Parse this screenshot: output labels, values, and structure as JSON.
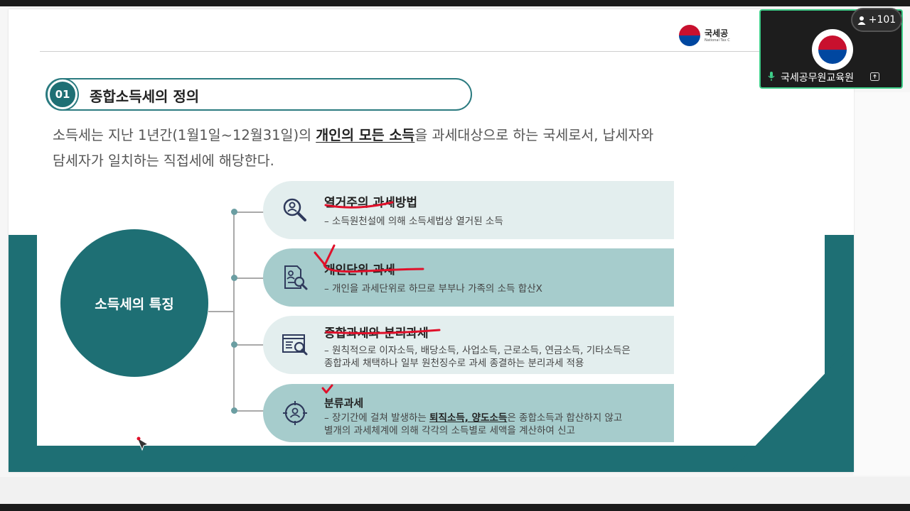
{
  "slide": {
    "org_name": "국세공",
    "org_name_en": "National Tax C",
    "section": {
      "number": "01",
      "title": "종합소득세의 정의"
    },
    "intro": {
      "part1": "소득세는 지난 1년간(1월1일~12월31일)의 ",
      "emphasis": "개인의 모든 소득",
      "part2": "을 과세대상으로 하는 국세로서, 납세자와",
      "line2": "담세자가 일치하는 직접세에 해당한다."
    },
    "center_label": "소득세의 특징",
    "cards": [
      {
        "title": "열거주의 과세방법",
        "icon": "magnifier-user-icon",
        "desc": [
          "–  소득원천설에 의해 소득세법상 열거된 소득"
        ]
      },
      {
        "title": "개인단위 과세",
        "icon": "document-search-icon",
        "desc": [
          "–  개인을 과세단위로 하므로 부부나 가족의 소득 합산X"
        ]
      },
      {
        "title": "종합과세와 분리과세",
        "icon": "browser-search-icon",
        "desc": [
          "–  원칙적으로 이자소득, 배당소득, 사업소득, 근로소득, 연금소득, 기타소득은",
          "종합과세 채택하나 일부 원천징수로 과세 종결하는 분리과세 적용"
        ]
      },
      {
        "title": "분류과세",
        "icon": "target-icon",
        "desc_a": "–  장기간에 걸쳐 발생하는 ",
        "desc_em": "퇴직소득, 양도소득",
        "desc_b": "은 종합소득과 합산하지 않고",
        "desc_line2": "별개의 과세체계에 의해 각각의 소득별로 세액을 계산하여 신고"
      }
    ]
  },
  "video": {
    "participant_name": "국세공무원교육원",
    "participant_count": "+101"
  },
  "colors": {
    "teal": "#1e6f74",
    "card_light": "#e3eeee",
    "card_dark": "#a6cccc",
    "annotation_red": "#e0102a",
    "active_speaker": "#3fcf8a"
  }
}
